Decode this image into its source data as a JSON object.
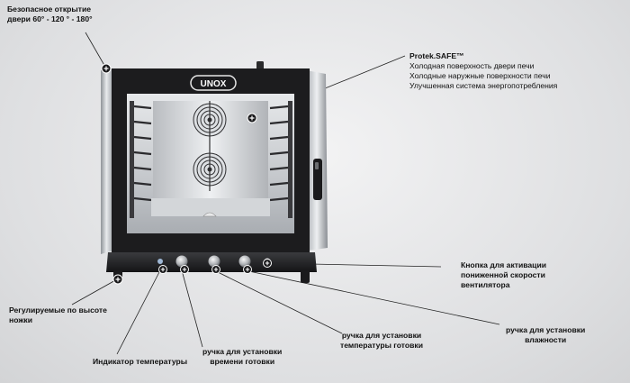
{
  "brand": {
    "logo_text": "UNOX"
  },
  "callouts": {
    "door_opening": {
      "lines": [
        "Безопасное открытие",
        "двери  60° - 120 ° - 180°"
      ]
    },
    "protek": {
      "title": "Protek.SAFE™",
      "lines": [
        "Холодная поверхность двери печи",
        "Холодные наружные поверхности печи",
        "Улучшенная система энергопотребления"
      ]
    },
    "fan_button": {
      "lines": [
        "Кнопка для активации",
        "пониженной скорости",
        "вентилятора"
      ]
    },
    "legs": {
      "lines": [
        "Регулируемые по высоте",
        "ножки"
      ]
    },
    "temp_indicator": {
      "lines": [
        "Индикатор температуры"
      ]
    },
    "time_knob": {
      "lines": [
        "ручка для установки",
        "времени готовки"
      ]
    },
    "temp_knob": {
      "lines": [
        "ручка для установки",
        "температуры готовки"
      ]
    },
    "humidity_knob": {
      "lines": [
        "ручка для установки",
        "влажности"
      ]
    }
  },
  "colors": {
    "body": "#1d1d1f",
    "steel": "#c9ccd0",
    "accent_marker": "#ffffff"
  }
}
